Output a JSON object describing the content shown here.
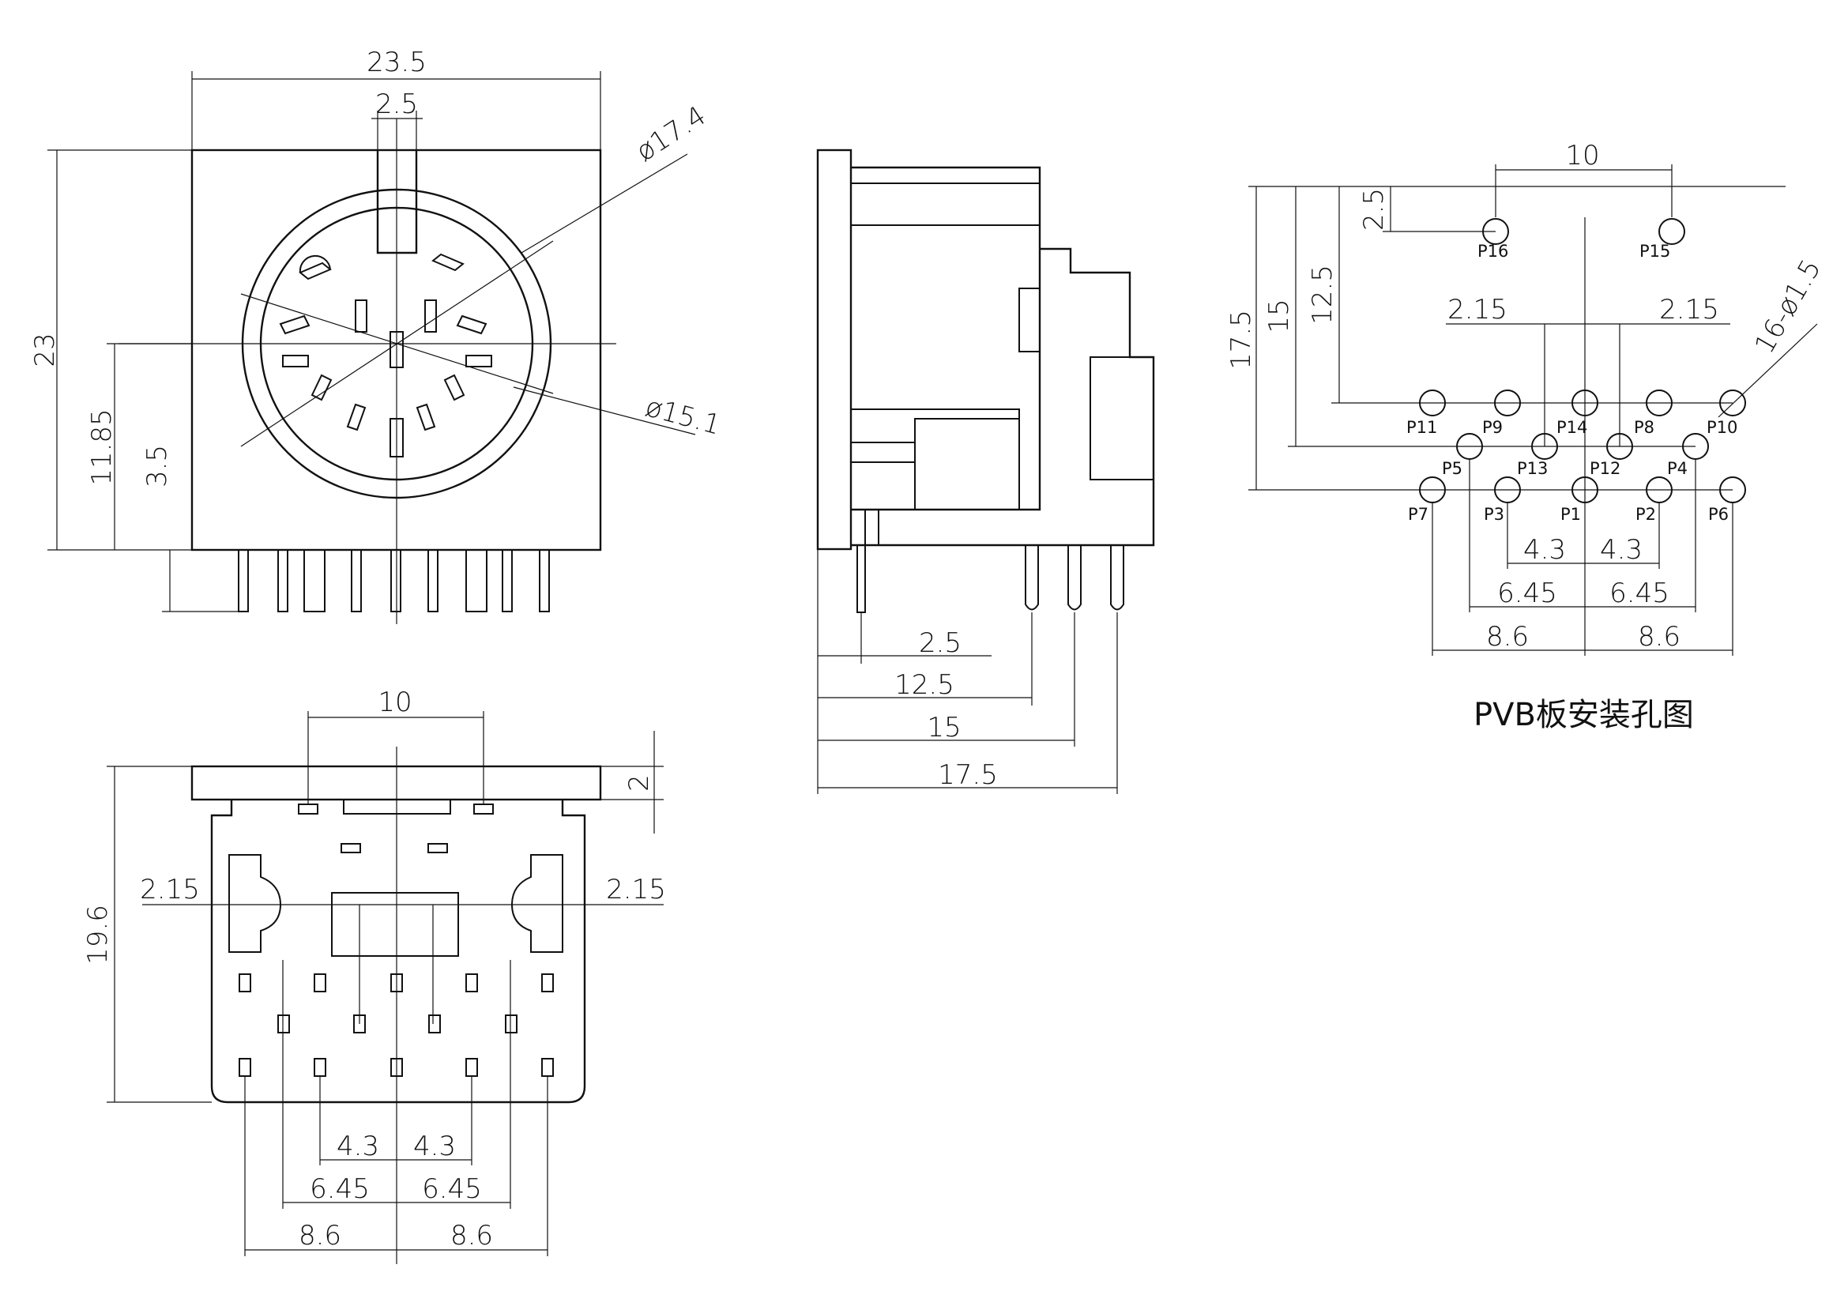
{
  "caption": "PVB板安装孔图",
  "front_view": {
    "width": "23.5",
    "key_width": "2.5",
    "height": "23",
    "center_height": "11.85",
    "pin_length": "3.5",
    "outer_diameter": "ø17.4",
    "inner_diameter": "ø15.1"
  },
  "side_view": {
    "d1": "2.5",
    "d2": "12.5",
    "d3": "15",
    "d4": "17.5"
  },
  "bottom_view": {
    "top_spacing": "10",
    "flange": "2",
    "height": "19.6",
    "left_offset": "2.15",
    "right_offset": "2.15",
    "inner_l": "4.3",
    "inner_r": "4.3",
    "mid_l": "6.45",
    "mid_r": "6.45",
    "outer_l": "8.6",
    "outer_r": "8.6"
  },
  "pcb_layout": {
    "top_spacing": "10",
    "row_top": "2.5",
    "h1": "17.5",
    "h2": "15",
    "h3": "12.5",
    "offset_l": "2.15",
    "offset_r": "2.15",
    "hole_spec": "16-ø1.5",
    "inner_l": "4.3",
    "inner_r": "4.3",
    "mid_l": "6.45",
    "mid_r": "6.45",
    "outer_l": "8.6",
    "outer_r": "8.6",
    "pins": [
      "P16",
      "P15",
      "P11",
      "P9",
      "P14",
      "P8",
      "P10",
      "P5",
      "P13",
      "P12",
      "P4",
      "P7",
      "P3",
      "P1",
      "P2",
      "P6"
    ]
  }
}
